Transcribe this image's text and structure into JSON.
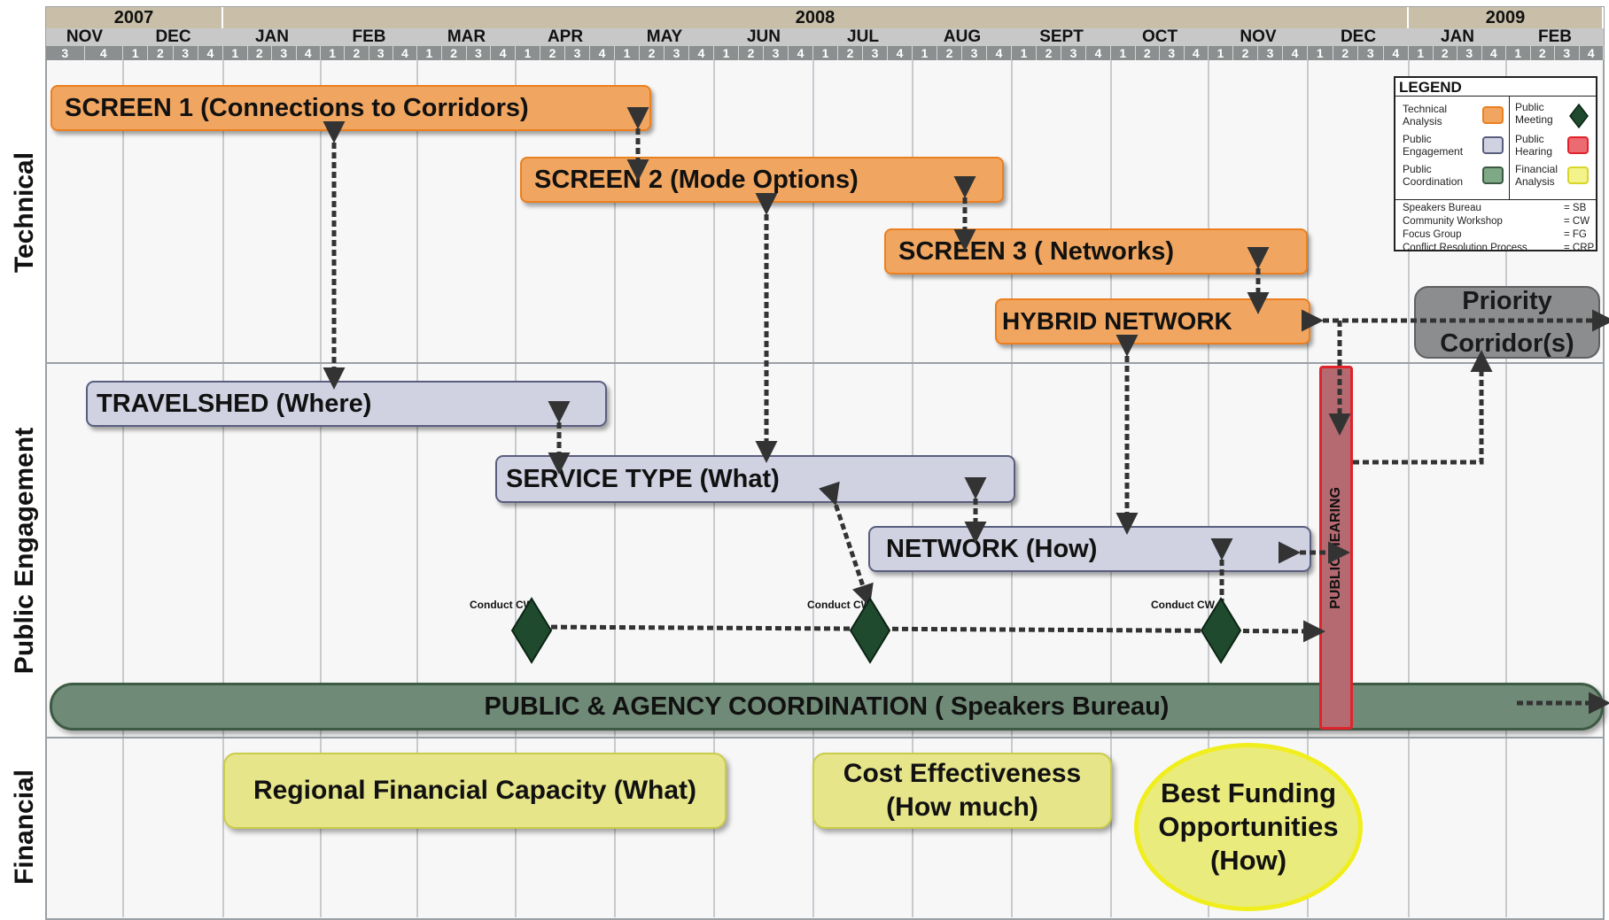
{
  "header": {
    "years": [
      "2007",
      "2008",
      "2009"
    ],
    "months": [
      "NOV",
      "DEC",
      "JAN",
      "FEB",
      "MAR",
      "APR",
      "MAY",
      "JUN",
      "JUL",
      "AUG",
      "SEPT",
      "OCT",
      "NOV",
      "DEC",
      "JAN",
      "FEB"
    ],
    "weeks": [
      "3",
      "4",
      "1",
      "2",
      "3",
      "4"
    ]
  },
  "lanes": {
    "technical": "Technical",
    "public_engagement": "Public Engagement",
    "financial": "Financial"
  },
  "technical": {
    "screen1": "SCREEN 1 (Connections to Corridors)",
    "screen2": "SCREEN 2 (Mode Options)",
    "screen3": "SCREEN 3 ( Networks)",
    "hybrid": "HYBRID NETWORK",
    "priority": "Priority Corridor(s)"
  },
  "public": {
    "travelshed": "TRAVELSHED (Where)",
    "service_type": "SERVICE TYPE (What)",
    "network": "NETWORK (How)",
    "conduct_cw": "Conduct CW",
    "coordination": "PUBLIC & AGENCY COORDINATION ( Speakers Bureau)",
    "public_hearing": "PUBLIC HEARING"
  },
  "financial": {
    "regional": "Regional Financial Capacity (What)",
    "cost": "Cost Effectiveness (How much)",
    "best": "Best Funding Opportunities (How)"
  },
  "legend": {
    "title": "LEGEND",
    "technical_analysis": "Technical Analysis",
    "public_meeting": "Public Meeting",
    "public_engagement": "Public Engagement",
    "public_hearing": "Public Hearing",
    "public_coordination": "Public Coordination",
    "financial_analysis": "Financial Analysis",
    "sb": "Speakers Bureau",
    "sb_abbr": "= SB",
    "cw": "Community Workshop",
    "cw_abbr": "= CW",
    "fg": "Focus Group",
    "fg_abbr": "= FG",
    "crp": "Conflict Resolution Process",
    "crp_abbr": "= CRP"
  },
  "colors": {
    "technical": "#f0a661",
    "public_engagement": "#d0d2e2",
    "public_coordination": "#6f8a76",
    "public_meeting": "#1f4a2e",
    "public_hearing": "#e0232b",
    "financial": "#e6e58a"
  }
}
